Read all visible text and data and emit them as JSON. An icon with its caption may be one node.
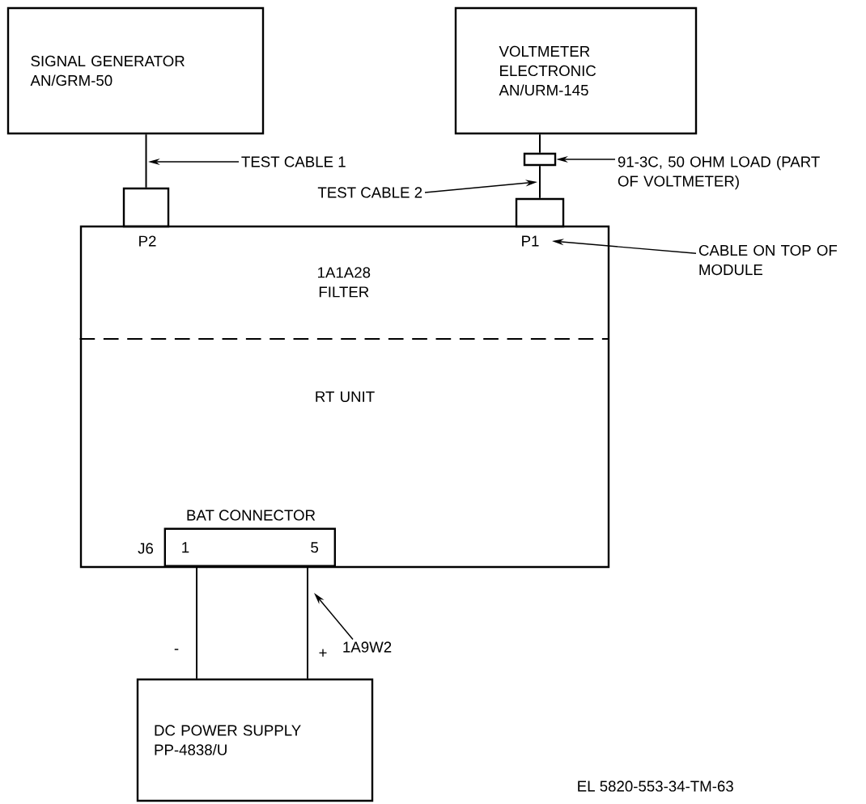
{
  "diagram": {
    "nodes": [
      {
        "text": [
          "SIGNAL GENERATOR",
          "AN/GRM-50"
        ]
      },
      {
        "text": [
          "VOLTMETER ELECTRONIC",
          "AN/URM-145"
        ]
      },
      {
        "text": [
          "TEST CABLE 1"
        ]
      },
      {
        "text": [],
        "shape": "box"
      },
      {
        "text": [
          "91-3C, 50 OHM LOAD (PART OF VOLTMETER)"
        ]
      },
      {
        "text": [
          "TEST CABLE 2"
        ]
      },
      {
        "text": [
          "RT UNIT"
        ]
      },
      {
        "text": [
          "1A1A28 FILTER"
        ],
        "in": 6
      },
      {
        "text": [],
        "shape": "box",
        "beside": [
          "P2"
        ]
      },
      {
        "text": [],
        "shape": "box",
        "beside": [
          "P1"
        ]
      },
      {
        "text": [
          "CABLE ON TOP OF MODULE"
        ]
      },
      {
        "text": [
          "BAT CONNECTOR",
          "1",
          "5"
        ],
        "beside": [
          "J6"
        ],
        "in": 6
      },
      {
        "text": [
          "1A9W2"
        ]
      },
      {
        "text": [
          "DC POWER SUPPLY",
          "PP-4838/U"
        ]
      }
    ],
    "edges": [
      {
        "from": 0,
        "to": 8,
        "arrow": "none"
      },
      {
        "from": 1,
        "to": 3,
        "arrow": "none"
      },
      {
        "from": 3,
        "to": 9,
        "arrow": "none"
      },
      {
        "from": 2,
        "to": null,
        "arrow": "to"
      },
      {
        "from": 4,
        "to": 3,
        "arrow": "to"
      },
      {
        "from": 5,
        "to": null,
        "arrow": "to"
      },
      {
        "from": 10,
        "to": null,
        "arrow": "to"
      },
      {
        "from": 11,
        "to": 13,
        "arrow": "none",
        "label": "-"
      },
      {
        "from": 11,
        "to": 13,
        "arrow": "none",
        "label": "+"
      },
      {
        "from": 12,
        "to": null,
        "arrow": "to"
      }
    ],
    "labels": [
      "EL 5820-553-34-TM-63"
    ]
  }
}
